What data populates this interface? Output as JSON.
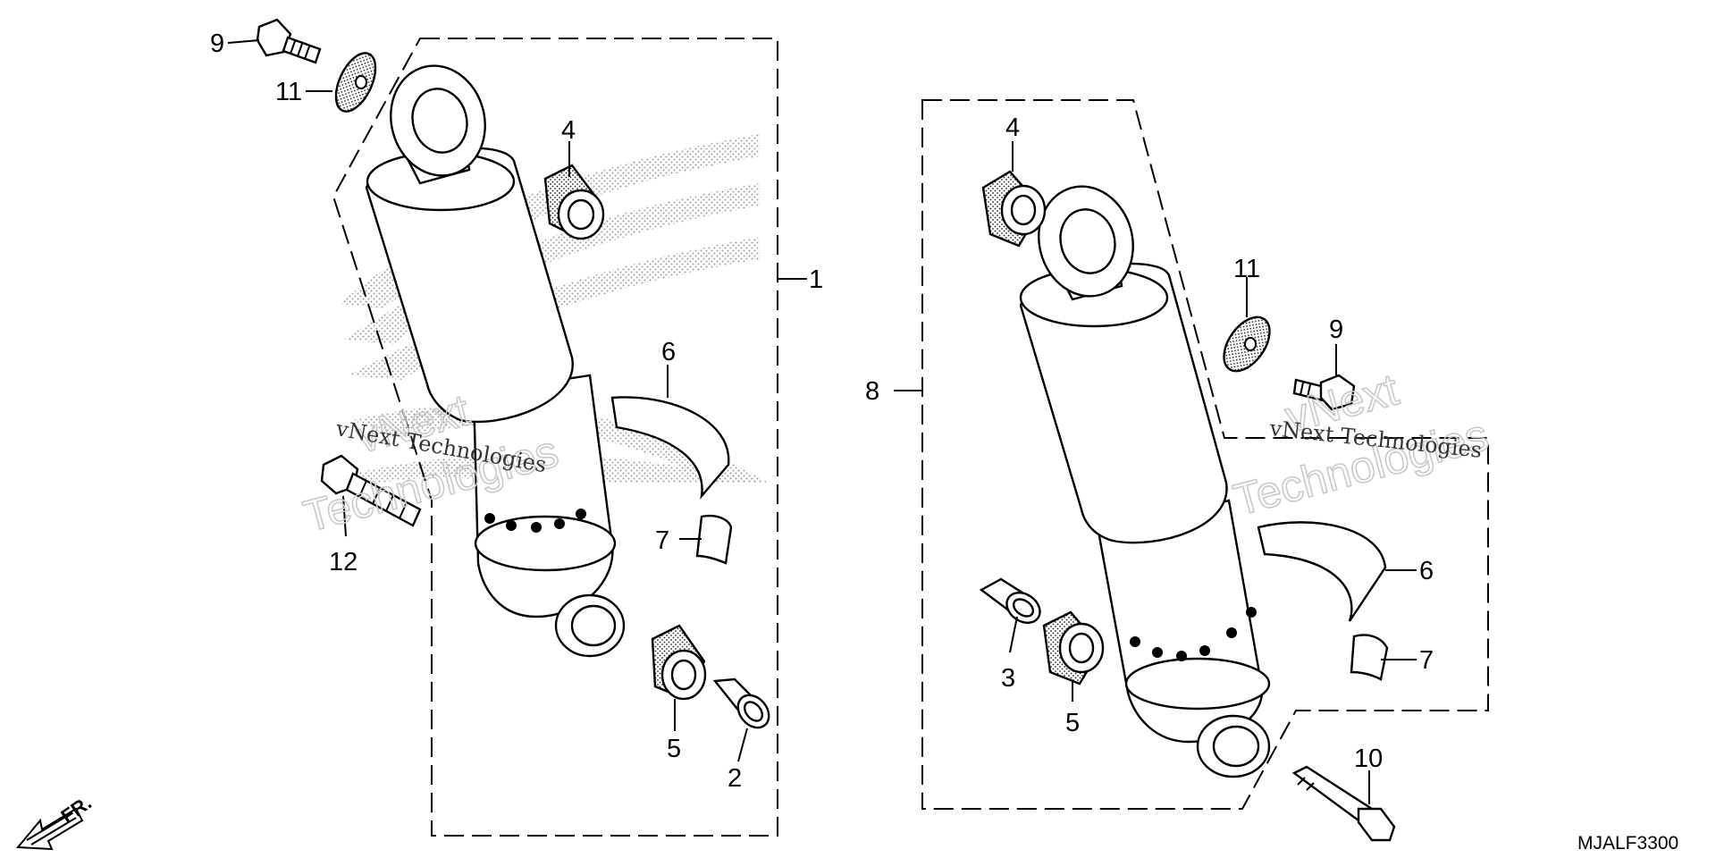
{
  "diagram": {
    "code": "MJALF3300",
    "front_marker": "FR.",
    "watermark": {
      "name": "vNext",
      "full": "Technologies",
      "mono": "vNext Technologies"
    },
    "left_assembly": {
      "callouts": {
        "c1": "1",
        "c2": "2",
        "c4": "4",
        "c5": "5",
        "c6": "6",
        "c7": "7",
        "c9": "9",
        "c11": "11",
        "c12": "12"
      }
    },
    "right_assembly": {
      "callouts": {
        "c3": "3",
        "c4": "4",
        "c5": "5",
        "c6": "6",
        "c7": "7",
        "c8": "8",
        "c9": "9",
        "c10": "10",
        "c11": "11"
      }
    }
  }
}
